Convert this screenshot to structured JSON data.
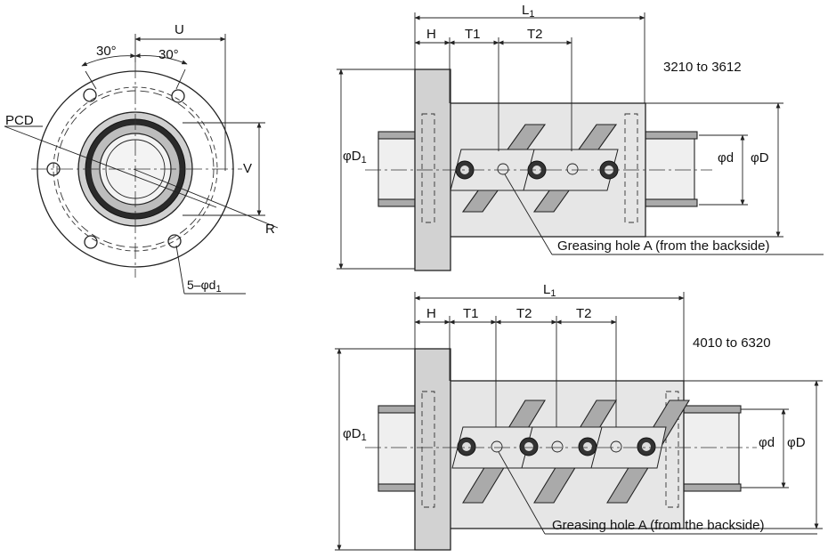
{
  "front_view": {
    "angle_left": "30°",
    "angle_right": "30°",
    "label_u": "U",
    "label_pcd": "PCD",
    "label_v": "V",
    "label_r": "R",
    "label_holes": "5–φd",
    "label_holes_sub": "1"
  },
  "top_view": {
    "range": "3210 to 3612",
    "label_l": "L",
    "label_l_sub": "1",
    "label_h": "H",
    "label_t1": "T1",
    "label_t2": "T2",
    "label_d1": "φD",
    "label_d1_sub": "1",
    "label_d": "φd",
    "label_D": "φD",
    "greasing": "Greasing hole A (from the backside)"
  },
  "bottom_view": {
    "range": "4010 to 6320",
    "label_l": "L",
    "label_l_sub": "1",
    "label_h": "H",
    "label_t1": "T1",
    "label_t2a": "T2",
    "label_t2b": "T2",
    "label_d1": "φD",
    "label_d1_sub": "1",
    "label_d": "φd",
    "label_D": "φD",
    "greasing": "Greasing hole A (from the backside)"
  }
}
